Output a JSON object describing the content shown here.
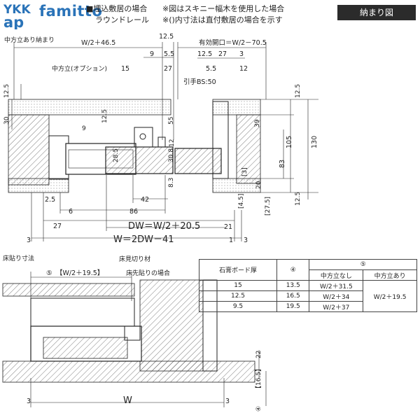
{
  "header": {
    "brand_ykk": "YKK",
    "brand_ap": "ap",
    "brand_name": "famitto",
    "note1": "■埋込敷居の場合",
    "note2": "※図はスキニー幅木を使用した場合",
    "note3": "ラウンドレール",
    "note4": "※()内寸法は直付敷居の場合を示す",
    "badge": "納まり図"
  },
  "upper": {
    "title": "中方立あり納まり",
    "dim_w2_465": "W/2＋46.5",
    "dim_125_top": "12.5",
    "dim_9": "9",
    "dim_55a": "5.5",
    "dim_effective": "有効開口＝W/2－70.5",
    "dim_125_r": "12.5",
    "dim_27_r": "27",
    "dim_3_r": "3",
    "label_mullion": "中方立(オプション)",
    "dim_15": "15",
    "dim_27_c": "27",
    "dim_55b": "5.5",
    "dim_12": "12",
    "label_handle": "引手BS:50",
    "dim_125_left": "12.5",
    "dim_30_left": "30",
    "dim_125_inner": "12.5",
    "dim_9_inner": "9",
    "dim_55_v": "55",
    "dim_39": "39",
    "dim_125_right_top": "12.5",
    "dim_105": "105",
    "dim_130": "130",
    "dim_285": "28.5",
    "dim_308": "30.8",
    "dim_12_v": "12",
    "dim_83": "83",
    "dim_3_br": "[3]",
    "dim_20": "20",
    "dim_83_left": "8.3",
    "dim_45": "[4.5]",
    "dim_275": "[27.5]",
    "dim_125_rb": "12.5",
    "dim_25": "2.5",
    "dim_6": "6",
    "dim_42": "42",
    "dim_86": "86",
    "dim_27_left": "27",
    "dim_dw": "DW＝W/2＋20.5",
    "dim_21": "21",
    "dim_3_left": "3",
    "dim_w": "W＝2DW－41",
    "dim_1": "1",
    "dim_3_right": "3"
  },
  "lower": {
    "title": "床貼り寸法",
    "label_floor_trim": "床見切り材",
    "label_floor_first": "床先貼りの場合",
    "dim_5_label": "⑤",
    "dim_w2_195": "【W/2＋19.5】",
    "dim_22": "22",
    "dim_165": "【16.5】",
    "dim_4_label": "④",
    "dim_3_left": "3",
    "dim_w": "W",
    "dim_3_right": "3"
  },
  "table": {
    "h_board": "石膏ボード厚",
    "h_col4": "④",
    "h_col5": "⑤",
    "h_no_mullion": "中方立なし",
    "h_with_mullion": "中方立あり",
    "rows": [
      {
        "board": "15",
        "c4": "13.5",
        "c5": "W/2＋31.5"
      },
      {
        "board": "12.5",
        "c4": "16.5",
        "c5": "W/2＋34"
      },
      {
        "board": "9.5",
        "c4": "19.5",
        "c5": "W/2＋37"
      }
    ],
    "merged_with_mullion": "W/2＋19.5"
  }
}
